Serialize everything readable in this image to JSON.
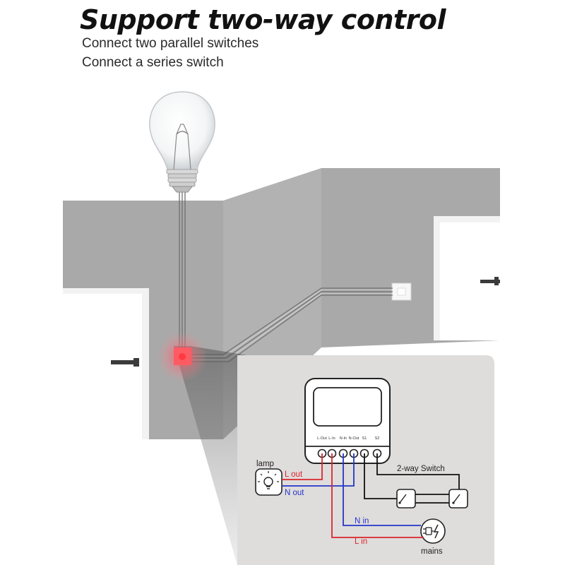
{
  "header": {
    "title": "Support two-way control",
    "lines": [
      "Connect two parallel switches",
      "Connect a series switch"
    ]
  },
  "wiring": {
    "terminals": [
      "L-Out",
      "L-In",
      "N-In",
      "N-Out",
      "S1",
      "S2"
    ],
    "labels": {
      "lamp": "lamp",
      "l_out": "L out",
      "n_out": "N out",
      "two_way": "2-way Switch",
      "n_in": "N in",
      "l_in": "L in",
      "mains": "mains"
    },
    "colors": {
      "live": "#d9262b",
      "neutral": "#2436c9",
      "switch": "#111111"
    }
  }
}
